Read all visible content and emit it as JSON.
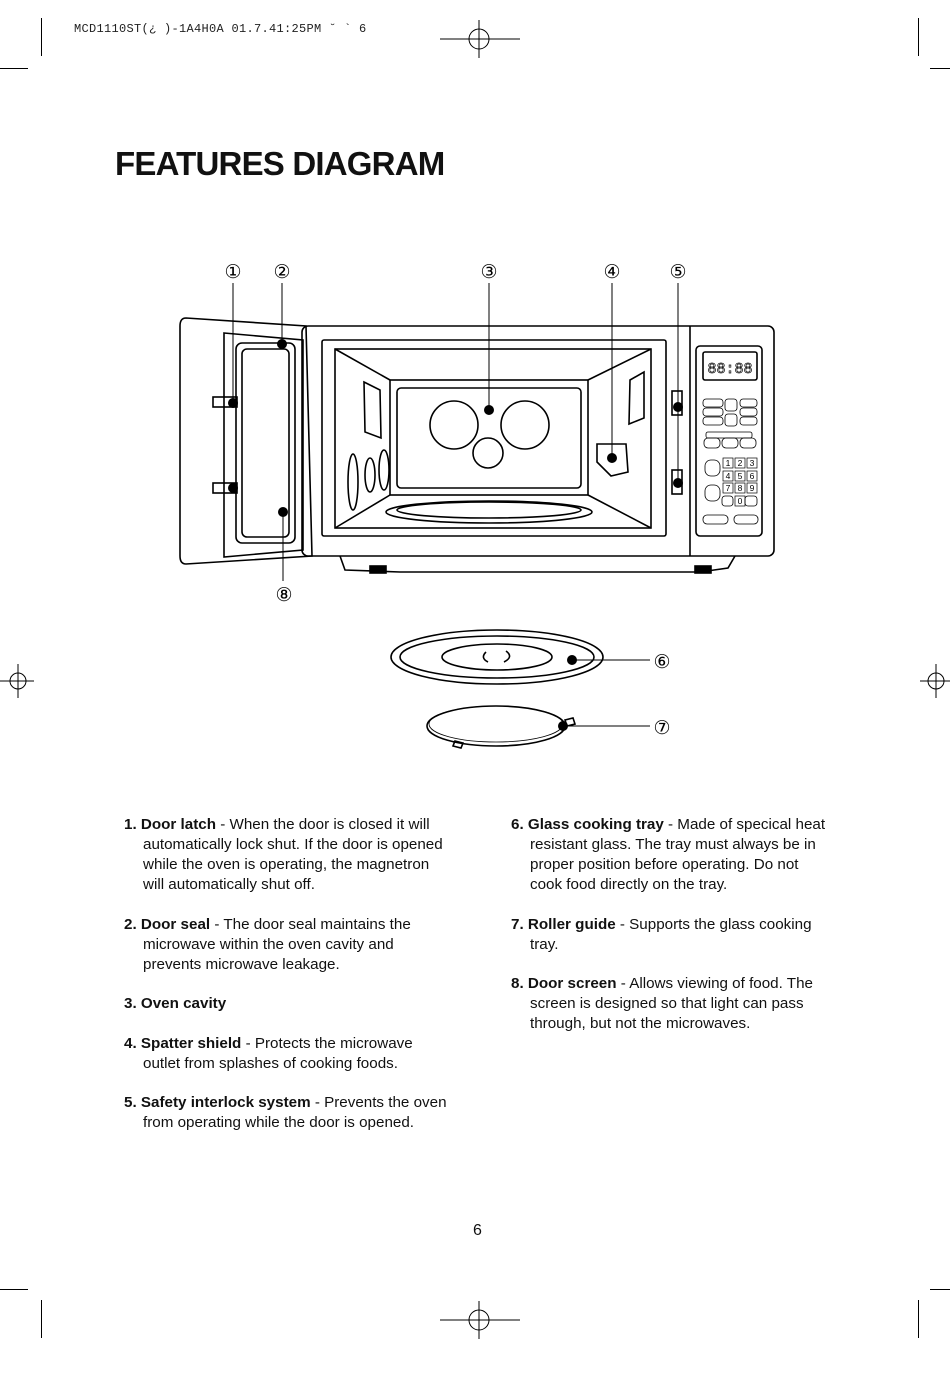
{
  "header": {
    "slug": "MCD1110ST(¿ )-1A4H0A 01.7.41:25PM ˘  `  6"
  },
  "title": "FEATURES DIAGRAM",
  "diagram": {
    "callouts": [
      "①",
      "②",
      "③",
      "④",
      "⑤",
      "⑥",
      "⑦",
      "⑧"
    ],
    "control_panel": {
      "display": "88:88",
      "numpad": [
        "1",
        "2",
        "3",
        "4",
        "5",
        "6",
        "7",
        "8",
        "9",
        "0"
      ]
    }
  },
  "features": [
    {
      "number": "1.",
      "name": "Door latch",
      "desc": " - When the door is closed it will automatically lock shut. If the door is opened while the oven is operating, the magnetron will automatically shut off."
    },
    {
      "number": "2.",
      "name": "Door seal",
      "desc": " - The door seal maintains the microwave within the oven cavity and prevents microwave leakage."
    },
    {
      "number": "3.",
      "name": "Oven cavity",
      "desc": ""
    },
    {
      "number": "4.",
      "name": "Spatter shield",
      "desc": " - Protects the microwave outlet from splashes of cooking foods."
    },
    {
      "number": "5.",
      "name": "Safety interlock system",
      "desc": " - Prevents the oven from operating while the door is opened."
    },
    {
      "number": "6.",
      "name": "Glass cooking tray",
      "desc": " - Made of specical heat resistant glass. The tray must always be in proper position before operating. Do not cook food directly on the tray."
    },
    {
      "number": "7.",
      "name": "Roller guide",
      "desc": " - Supports the glass cooking tray."
    },
    {
      "number": "8.",
      "name": "Door screen",
      "desc": " - Allows viewing of food. The screen is designed so that light can pass through, but not the microwaves."
    }
  ],
  "page_number": "6"
}
